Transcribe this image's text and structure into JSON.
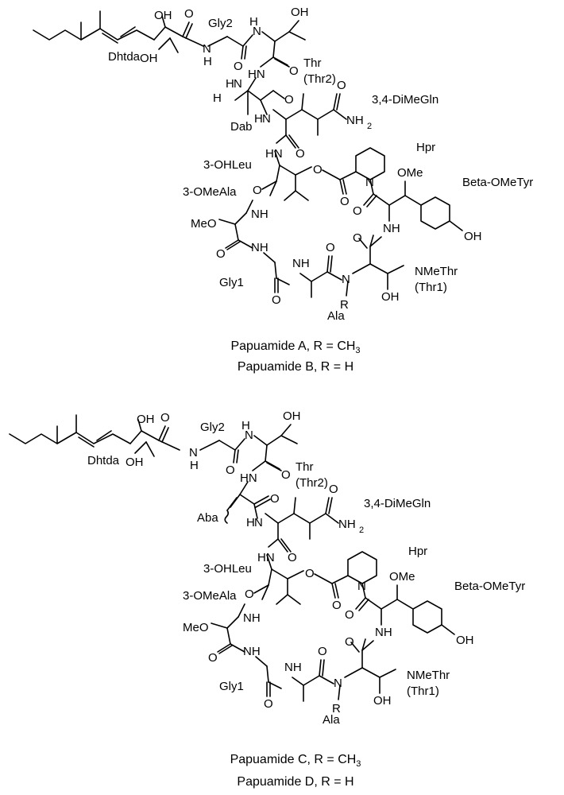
{
  "figure": {
    "panels": [
      {
        "residue_labels": {
          "dhtda": "Dhtda",
          "gly2": "Gly2",
          "thr": "Thr",
          "thr2": "(Thr2)",
          "dab": "Dab",
          "dimegln": "3,4-DiMeGln",
          "hpr": "Hpr",
          "ohleu": "3-OHLeu",
          "betaomety": "Beta-OMeTyr",
          "omeala": "3-OMeAla",
          "gly1": "Gly1",
          "nmethr": "NMeThr",
          "thr1": "(Thr1)",
          "ala": "Ala"
        },
        "atoms": {
          "oh": "OH",
          "o": "O",
          "n": "N",
          "h": "H",
          "nh": "NH",
          "hn": "HN",
          "h2n_h": "H",
          "nh2": "NH",
          "two": "2",
          "ome": "OMe",
          "meo": "MeO",
          "r": "R"
        },
        "caption_line1": "Papuamide A, R = CH",
        "caption_line1_sub": "3",
        "caption_line2": "Papuamide B, R = H"
      },
      {
        "residue_labels": {
          "dhtda": "Dhtda",
          "gly2": "Gly2",
          "thr": "Thr",
          "thr2": "(Thr2)",
          "aba": "Aba",
          "dimegln": "3,4-DiMeGln",
          "hpr": "Hpr",
          "ohleu": "3-OHLeu",
          "betaomety": "Beta-OMeTyr",
          "omeala": "3-OMeAla",
          "gly1": "Gly1",
          "nmethr": "NMeThr",
          "thr1": "(Thr1)",
          "ala": "Ala"
        },
        "caption_line1": "Papuamide C, R = CH",
        "caption_line1_sub": "3",
        "caption_line2": "Papuamide D, R = H"
      }
    ]
  }
}
